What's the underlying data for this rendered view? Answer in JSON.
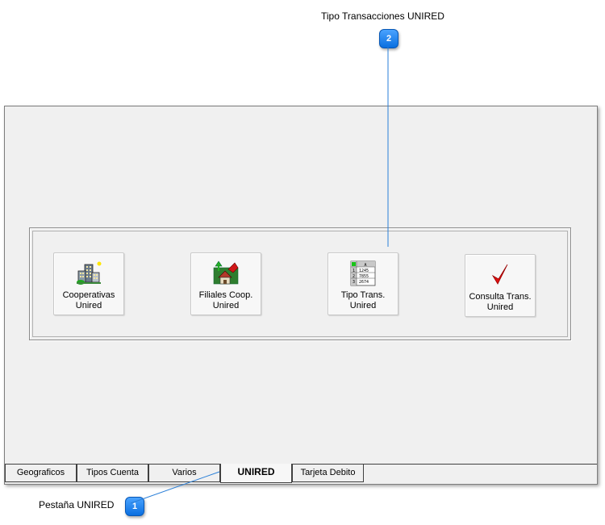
{
  "callouts": [
    {
      "number": "1",
      "label": "Pestaña UNIRED"
    },
    {
      "number": "2",
      "label": "Tipo Transacciones UNIRED"
    }
  ],
  "tiles": [
    {
      "label": "Cooperativas\nUnired",
      "icon": "buildings-icon"
    },
    {
      "label": "Filiales Coop.\nUnired",
      "icon": "house-arrows-icon"
    },
    {
      "label": "Tipo Trans.\nUnired",
      "icon": "spreadsheet-icon"
    },
    {
      "label": "Consulta Trans.\nUnired",
      "icon": "red-checkmark-icon"
    }
  ],
  "tabs": [
    {
      "label": "Geograficos",
      "active": false
    },
    {
      "label": "Tipos Cuenta",
      "active": false
    },
    {
      "label": "Varios",
      "active": false
    },
    {
      "label": "UNIRED",
      "active": true
    },
    {
      "label": "Tarjeta Debito",
      "active": false
    }
  ],
  "colors": {
    "badge": "#1a82f0",
    "leader": "#2a7fd8",
    "check": "#e01010"
  }
}
